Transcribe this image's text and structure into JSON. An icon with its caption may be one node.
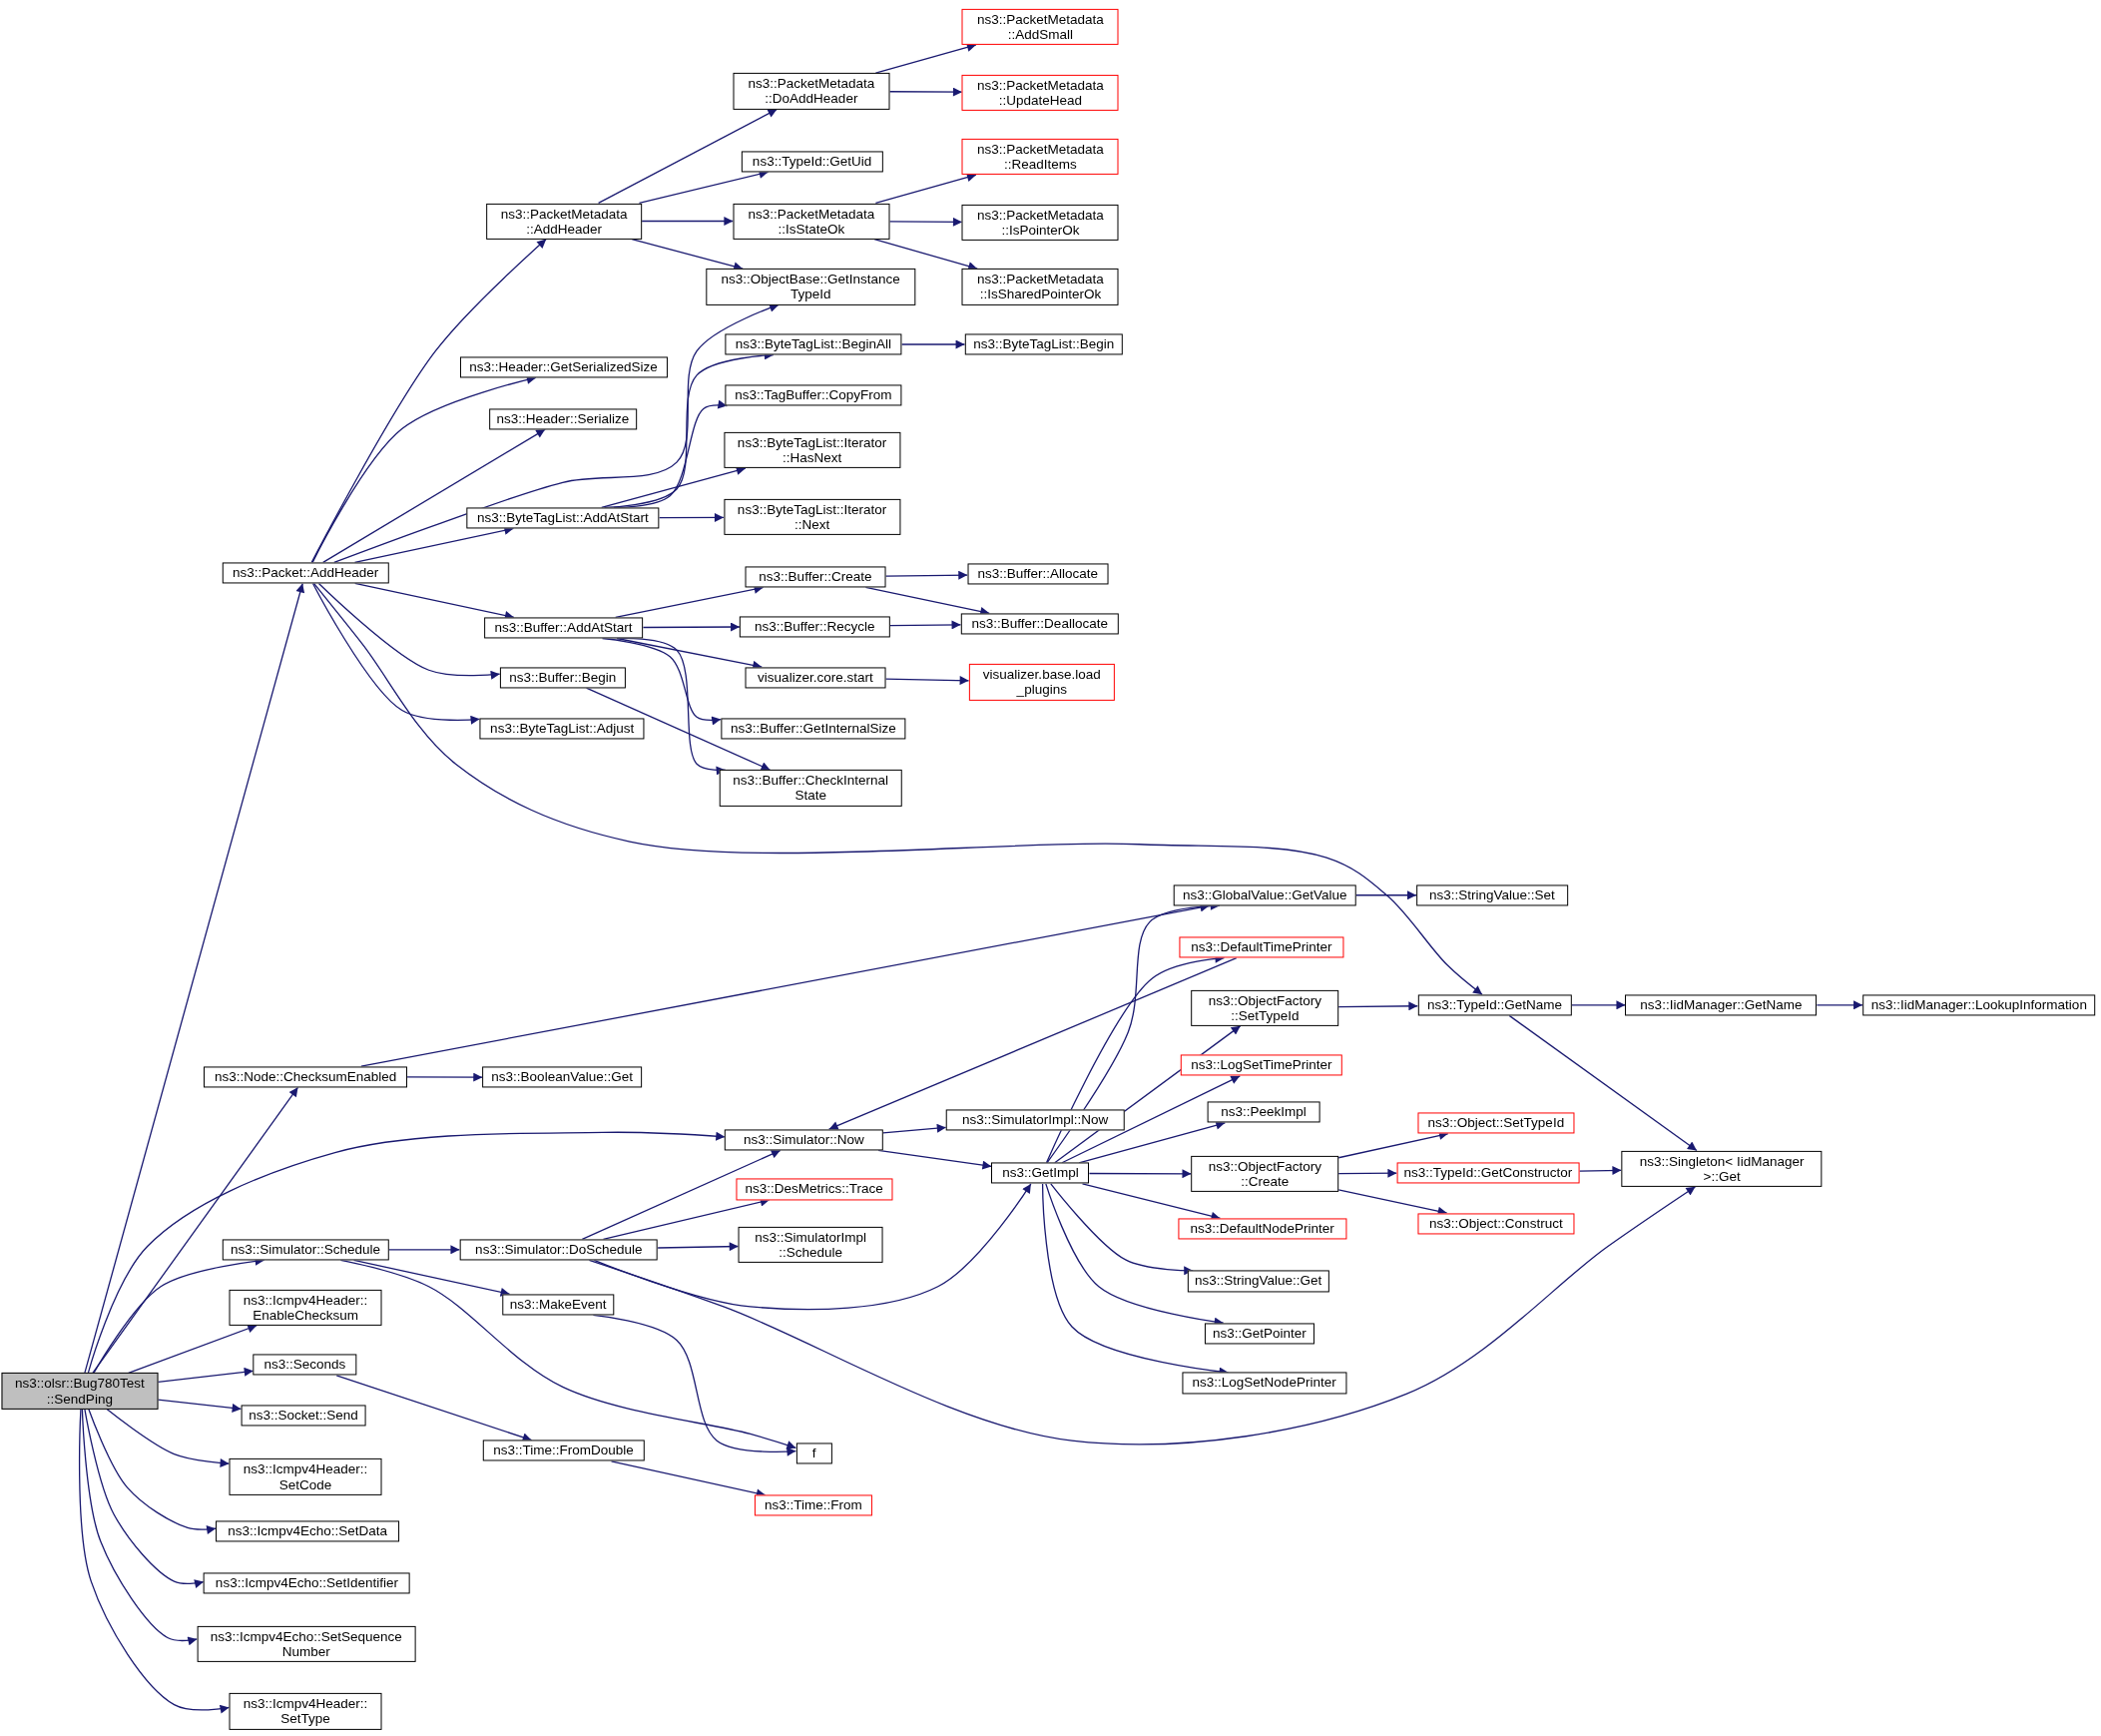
{
  "diagram": {
    "nodes": [
      {
        "text": [
          "ns3::olsr::Bug780Test ::SendPing"
        ]
      },
      {
        "text": [
          "ns3::Packet::AddHeader"
        ]
      },
      {
        "text": [
          "ns3::Node::ChecksumEnabled"
        ]
      },
      {
        "text": [
          "ns3::Simulator::Schedule"
        ]
      },
      {
        "text": [
          "ns3::Icmpv4Header:: EnableChecksum"
        ]
      },
      {
        "text": [
          "ns3::Seconds"
        ]
      },
      {
        "text": [
          "ns3::Socket::Send"
        ]
      },
      {
        "text": [
          "ns3::Icmpv4Header:: SetCode"
        ]
      },
      {
        "text": [
          "ns3::Icmpv4Echo::SetData"
        ]
      },
      {
        "text": [
          "ns3::Icmpv4Echo::SetIdentifier"
        ]
      },
      {
        "text": [
          "ns3::Icmpv4Echo::SetSequence Number"
        ]
      },
      {
        "text": [
          "ns3::Icmpv4Header:: SetType"
        ]
      },
      {
        "text": [
          "ns3::PacketMetadata ::AddHeader"
        ]
      },
      {
        "text": [
          "ns3::Header::GetSerializedSize"
        ]
      },
      {
        "text": [
          "ns3::Header::Serialize"
        ]
      },
      {
        "text": [
          "ns3::ByteTagList::AddAtStart"
        ]
      },
      {
        "text": [
          "ns3::Buffer::AddAtStart"
        ]
      },
      {
        "text": [
          "ns3::Buffer::Begin"
        ]
      },
      {
        "text": [
          "ns3::ByteTagList::Adjust"
        ]
      },
      {
        "text": [
          "ns3::BooleanValue::Get"
        ]
      },
      {
        "text": [
          "ns3::Simulator::DoSchedule"
        ]
      },
      {
        "text": [
          "ns3::MakeEvent"
        ]
      },
      {
        "text": [
          "ns3::Time::FromDouble"
        ]
      },
      {
        "text": [
          "ns3::PacketMetadata ::DoAddHeader"
        ]
      },
      {
        "text": [
          "ns3::TypeId::GetUid"
        ]
      },
      {
        "text": [
          "ns3::PacketMetadata ::IsStateOk"
        ]
      },
      {
        "text": [
          "ns3::ObjectBase::GetInstance TypeId"
        ]
      },
      {
        "text": [
          "ns3::ByteTagList::BeginAll"
        ]
      },
      {
        "text": [
          "ns3::TagBuffer::CopyFrom"
        ]
      },
      {
        "text": [
          "ns3::ByteTagList::Iterator ::HasNext"
        ]
      },
      {
        "text": [
          "ns3::ByteTagList::Iterator ::Next"
        ]
      },
      {
        "text": [
          "ns3::Buffer::Create"
        ]
      },
      {
        "text": [
          "ns3::Buffer::Recycle"
        ]
      },
      {
        "text": [
          "visualizer.core.start"
        ]
      },
      {
        "text": [
          "ns3::Buffer::GetInternalSize"
        ]
      },
      {
        "text": [
          "ns3::Buffer::CheckInternal State"
        ]
      },
      {
        "text": [
          "ns3::Simulator::Now"
        ]
      },
      {
        "text": [
          "ns3::DesMetrics::Trace"
        ]
      },
      {
        "text": [
          "ns3::SimulatorImpl ::Schedule"
        ]
      },
      {
        "text": [
          "f"
        ]
      },
      {
        "text": [
          "ns3::Time::From"
        ]
      },
      {
        "text": [
          "ns3::PacketMetadata ::AddSmall"
        ]
      },
      {
        "text": [
          "ns3::PacketMetadata ::UpdateHead"
        ]
      },
      {
        "text": [
          "ns3::PacketMetadata ::ReadItems"
        ]
      },
      {
        "text": [
          "ns3::PacketMetadata ::IsPointerOk"
        ]
      },
      {
        "text": [
          "ns3::PacketMetadata ::IsSharedPointerOk"
        ]
      },
      {
        "text": [
          "ns3::ByteTagList::Begin"
        ]
      },
      {
        "text": [
          "ns3::Buffer::Allocate"
        ]
      },
      {
        "text": [
          "ns3::Buffer::Deallocate"
        ]
      },
      {
        "text": [
          "visualizer.base.load _plugins"
        ]
      },
      {
        "text": [
          "ns3::SimulatorImpl::Now"
        ]
      },
      {
        "text": [
          "ns3::GetImpl"
        ]
      },
      {
        "text": [
          "ns3::GlobalValue::GetValue"
        ]
      },
      {
        "text": [
          "ns3::DefaultTimePrinter"
        ]
      },
      {
        "text": [
          "ns3::ObjectFactory ::SetTypeId"
        ]
      },
      {
        "text": [
          "ns3::LogSetTimePrinter"
        ]
      },
      {
        "text": [
          "ns3::PeekImpl"
        ]
      },
      {
        "text": [
          "ns3::ObjectFactory ::Create"
        ]
      },
      {
        "text": [
          "ns3::DefaultNodePrinter"
        ]
      },
      {
        "text": [
          "ns3::StringValue::Get"
        ]
      },
      {
        "text": [
          "ns3::GetPointer"
        ]
      },
      {
        "text": [
          "ns3::LogSetNodePrinter"
        ]
      },
      {
        "text": [
          "ns3::StringValue::Set"
        ]
      },
      {
        "text": [
          "ns3::TypeId::GetName"
        ]
      },
      {
        "text": [
          "ns3::Object::SetTypeId"
        ]
      },
      {
        "text": [
          "ns3::TypeId::GetConstructor"
        ]
      },
      {
        "text": [
          "ns3::Object::Construct"
        ]
      },
      {
        "text": [
          "ns3::IidManager::GetName"
        ]
      },
      {
        "text": [
          "ns3::Singleton< IidManager >::Get"
        ]
      },
      {
        "text": [
          "ns3::IidManager::LookupInformation"
        ]
      }
    ],
    "edges": [
      {
        "from": 0,
        "to": 1,
        "arrow": "to"
      },
      {
        "from": 0,
        "to": 2,
        "arrow": "to"
      },
      {
        "from": 0,
        "to": 36,
        "arrow": "to"
      },
      {
        "from": 0,
        "to": 3,
        "arrow": "to"
      },
      {
        "from": 0,
        "to": 4,
        "arrow": "to"
      },
      {
        "from": 0,
        "to": 5,
        "arrow": "to"
      },
      {
        "from": 0,
        "to": 6,
        "arrow": "to"
      },
      {
        "from": 0,
        "to": 7,
        "arrow": "to"
      },
      {
        "from": 0,
        "to": 8,
        "arrow": "to"
      },
      {
        "from": 0,
        "to": 9,
        "arrow": "to"
      },
      {
        "from": 0,
        "to": 10,
        "arrow": "to"
      },
      {
        "from": 0,
        "to": 11,
        "arrow": "to"
      },
      {
        "from": 1,
        "to": 12,
        "arrow": "to"
      },
      {
        "from": 1,
        "to": 13,
        "arrow": "to"
      },
      {
        "from": 1,
        "to": 14,
        "arrow": "to"
      },
      {
        "from": 1,
        "to": 26,
        "arrow": "to"
      },
      {
        "from": 1,
        "to": 15,
        "arrow": "to"
      },
      {
        "from": 1,
        "to": 16,
        "arrow": "to"
      },
      {
        "from": 1,
        "to": 17,
        "arrow": "to"
      },
      {
        "from": 1,
        "to": 18,
        "arrow": "to"
      },
      {
        "from": 1,
        "to": 63,
        "arrow": "to"
      },
      {
        "from": 12,
        "to": 23,
        "arrow": "to"
      },
      {
        "from": 12,
        "to": 24,
        "arrow": "to"
      },
      {
        "from": 12,
        "to": 25,
        "arrow": "to"
      },
      {
        "from": 12,
        "to": 26,
        "arrow": "to"
      },
      {
        "from": 23,
        "to": 41,
        "arrow": "to"
      },
      {
        "from": 23,
        "to": 42,
        "arrow": "to"
      },
      {
        "from": 25,
        "to": 43,
        "arrow": "to"
      },
      {
        "from": 25,
        "to": 44,
        "arrow": "to"
      },
      {
        "from": 25,
        "to": 45,
        "arrow": "to"
      },
      {
        "from": 15,
        "to": 27,
        "arrow": "to"
      },
      {
        "from": 15,
        "to": 28,
        "arrow": "to"
      },
      {
        "from": 15,
        "to": 29,
        "arrow": "to"
      },
      {
        "from": 15,
        "to": 30,
        "arrow": "to"
      },
      {
        "from": 27,
        "to": 46,
        "arrow": "to"
      },
      {
        "from": 16,
        "to": 31,
        "arrow": "to"
      },
      {
        "from": 16,
        "to": 32,
        "arrow": "to"
      },
      {
        "from": 16,
        "to": 33,
        "arrow": "to"
      },
      {
        "from": 16,
        "to": 34,
        "arrow": "to"
      },
      {
        "from": 16,
        "to": 35,
        "arrow": "to"
      },
      {
        "from": 17,
        "to": 35,
        "arrow": "to"
      },
      {
        "from": 31,
        "to": 47,
        "arrow": "to"
      },
      {
        "from": 31,
        "to": 48,
        "arrow": "to"
      },
      {
        "from": 32,
        "to": 48,
        "arrow": "to"
      },
      {
        "from": 33,
        "to": 49,
        "arrow": "to"
      },
      {
        "from": 2,
        "to": 52,
        "arrow": "to"
      },
      {
        "from": 2,
        "to": 19,
        "arrow": "to"
      },
      {
        "from": 3,
        "to": 20,
        "arrow": "to"
      },
      {
        "from": 3,
        "to": 21,
        "arrow": "to"
      },
      {
        "from": 3,
        "to": 39,
        "arrow": "to"
      },
      {
        "from": 20,
        "to": 36,
        "arrow": "to"
      },
      {
        "from": 20,
        "to": 37,
        "arrow": "to"
      },
      {
        "from": 20,
        "to": 38,
        "arrow": "to"
      },
      {
        "from": 20,
        "to": 51,
        "arrow": "to"
      },
      {
        "from": 20,
        "to": 68,
        "arrow": "to"
      },
      {
        "from": 21,
        "to": 39,
        "arrow": "to"
      },
      {
        "from": 5,
        "to": 22,
        "arrow": "to"
      },
      {
        "from": 22,
        "to": 40,
        "arrow": "to"
      },
      {
        "from": 36,
        "to": 50,
        "arrow": "to"
      },
      {
        "from": 36,
        "to": 51,
        "arrow": "to"
      },
      {
        "from": 53,
        "to": 36,
        "arrow": "to"
      },
      {
        "from": 51,
        "to": 52,
        "arrow": "to"
      },
      {
        "from": 51,
        "to": 53,
        "arrow": "to"
      },
      {
        "from": 51,
        "to": 54,
        "arrow": "to"
      },
      {
        "from": 51,
        "to": 55,
        "arrow": "to"
      },
      {
        "from": 51,
        "to": 56,
        "arrow": "to"
      },
      {
        "from": 51,
        "to": 57,
        "arrow": "to"
      },
      {
        "from": 51,
        "to": 58,
        "arrow": "to"
      },
      {
        "from": 51,
        "to": 59,
        "arrow": "to"
      },
      {
        "from": 51,
        "to": 60,
        "arrow": "to"
      },
      {
        "from": 51,
        "to": 61,
        "arrow": "to"
      },
      {
        "from": 52,
        "to": 62,
        "arrow": "to"
      },
      {
        "from": 54,
        "to": 63,
        "arrow": "to"
      },
      {
        "from": 63,
        "to": 67,
        "arrow": "to"
      },
      {
        "from": 63,
        "to": 68,
        "arrow": "to"
      },
      {
        "from": 67,
        "to": 69,
        "arrow": "to"
      },
      {
        "from": 57,
        "to": 64,
        "arrow": "to"
      },
      {
        "from": 57,
        "to": 65,
        "arrow": "to"
      },
      {
        "from": 57,
        "to": 66,
        "arrow": "to"
      },
      {
        "from": 65,
        "to": 68,
        "arrow": "to"
      }
    ]
  }
}
